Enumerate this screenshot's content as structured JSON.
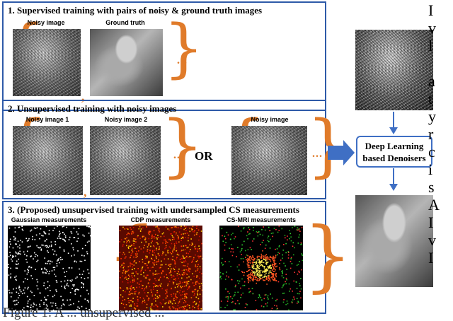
{
  "panel1": {
    "title": "1. Supervised training with pairs of noisy & ground truth images",
    "captions": [
      "Noisy image",
      "Ground truth"
    ],
    "ellipsis": "..."
  },
  "panel2": {
    "title": "2. Unsupervised training with noisy images",
    "captions": [
      "Noisy image 1",
      "Noisy image 2",
      "Noisy image"
    ],
    "ellipsis": "...",
    "or_label": "OR"
  },
  "panel3": {
    "title": "3. (Proposed) unsupervised training with undersampled CS measurements",
    "captions": [
      "Gaussian measurements",
      "CDP measurements",
      "CS-MRI measurements"
    ]
  },
  "pipeline": {
    "box_label_line1": "Deep Learning",
    "box_label_line2": "based Denoisers"
  },
  "figure_caption": "Figure 1: A ... unsupervised ...",
  "right_column_fragments": "I\nv\nl\n\na\nt\ny\nr\nc\ni\ns\nA\nI\nv\nI"
}
